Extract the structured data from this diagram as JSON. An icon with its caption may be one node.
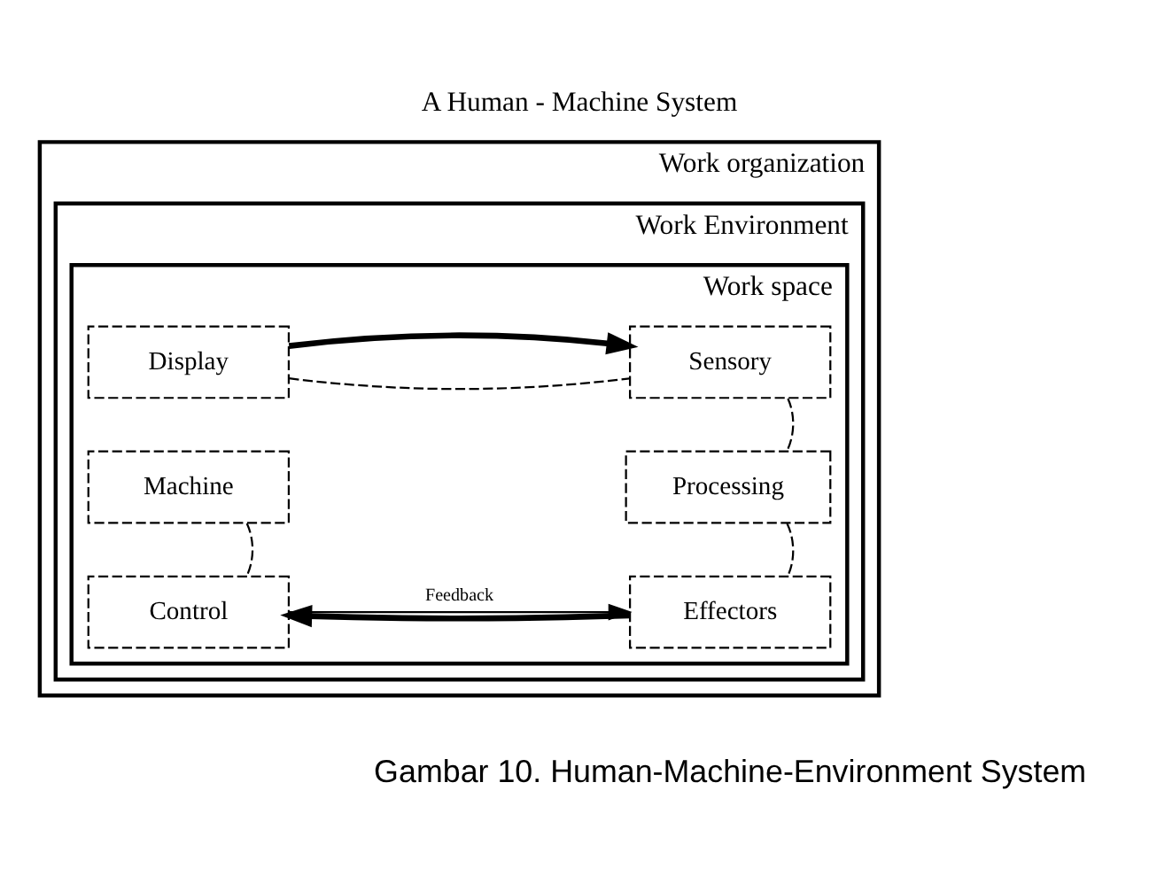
{
  "diagram": {
    "title": "A Human - Machine System",
    "caption": "Gambar 10. Human-Machine-Environment System",
    "nodes": [
      {
        "text": [
          "Work organization"
        ]
      },
      {
        "text": [
          "Work Environment"
        ],
        "in": 0
      },
      {
        "text": [
          "Work space"
        ],
        "in": 1
      },
      {
        "text": [
          "Display"
        ],
        "in": 2
      },
      {
        "text": [
          "Sensory"
        ],
        "in": 2
      },
      {
        "text": [
          "Machine"
        ],
        "in": 2
      },
      {
        "text": [
          "Processing"
        ],
        "in": 2
      },
      {
        "text": [
          "Control"
        ],
        "in": 2
      },
      {
        "text": [
          "Effectors"
        ],
        "in": 2
      }
    ],
    "edges": [
      {
        "from": 3,
        "to": 4,
        "arrow": "none",
        "style": "dashed"
      },
      {
        "from": 3,
        "to": 4,
        "arrow": "to",
        "style": "thick"
      },
      {
        "from": 4,
        "to": 6,
        "arrow": "none",
        "style": "dashed"
      },
      {
        "from": 5,
        "to": 7,
        "arrow": "none",
        "style": "dashed"
      },
      {
        "from": 6,
        "to": 8,
        "arrow": "none",
        "style": "dashed"
      },
      {
        "from": 8,
        "to": 7,
        "arrow": "to",
        "style": "thick"
      },
      {
        "from": 7,
        "to": 8,
        "arrow": "to",
        "label": "Feedback"
      }
    ]
  }
}
